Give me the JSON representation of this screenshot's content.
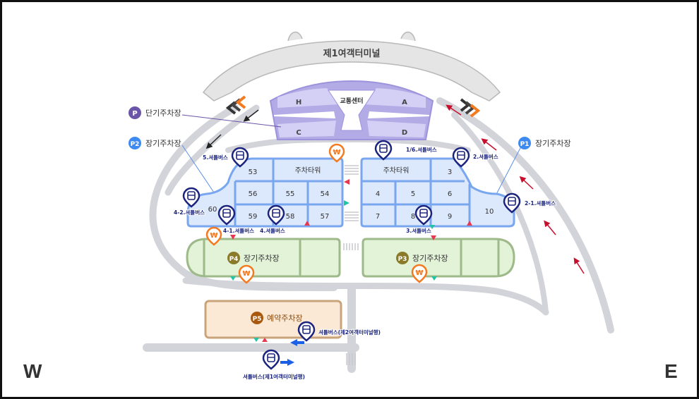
{
  "map": {
    "terminal_label": "제1여객터미널",
    "transport_center_label": "교통센터",
    "transport_wings": [
      "H",
      "A",
      "C",
      "D"
    ],
    "compass": {
      "west": "W",
      "east": "E"
    }
  },
  "legend": {
    "short_term": {
      "badge": "P",
      "label": "단기주차장",
      "color": "#6a55a8"
    },
    "p1": {
      "badge": "P1",
      "label": "장기주차장",
      "color": "#3d8bf0"
    },
    "p2": {
      "badge": "P2",
      "label": "장기주차장",
      "color": "#3d8bf0"
    },
    "p3": {
      "badge": "P3",
      "label": "장기주차장",
      "color": "#8a7a2a"
    },
    "p4": {
      "badge": "P4",
      "label": "장기주차장",
      "color": "#8a7a2a"
    },
    "p5": {
      "badge": "P5",
      "label": "예약주차장",
      "color": "#a8590e"
    }
  },
  "west_lot": {
    "tower_label": "주차타워",
    "zones": [
      "53",
      "56",
      "55",
      "54",
      "60",
      "59",
      "58",
      "57"
    ]
  },
  "east_lot": {
    "tower_label": "주차타워",
    "zones": [
      "3",
      "4",
      "5",
      "6",
      "7",
      "8",
      "9",
      "10"
    ]
  },
  "shuttle_stops": [
    {
      "id": "5",
      "label": "5.셔틀버스"
    },
    {
      "id": "4-2",
      "label": "4-2.셔틀버스"
    },
    {
      "id": "4-1",
      "label": "4-1.셔틀버스"
    },
    {
      "id": "4",
      "label": "4.셔틀버스"
    },
    {
      "id": "1/6",
      "label": "1/6.셔틀버스"
    },
    {
      "id": "2",
      "label": "2.셔틀버스"
    },
    {
      "id": "2-1",
      "label": "2-1.셔틀버스"
    },
    {
      "id": "3",
      "label": "3.셔틀버스"
    },
    {
      "id": "t2",
      "label": "셔틀버스(제2여객터미널행)"
    },
    {
      "id": "t1",
      "label": "셔틀버스(제1여객터미널행)"
    }
  ],
  "payment_marker_symbol": "₩",
  "colors": {
    "road": "#d3d4da",
    "terminal": "#e5e5e5",
    "transport_center": "#b3abe6",
    "lot_blue_fill": "#dce8fb",
    "lot_blue_stroke": "#78a6ef",
    "lot_green_fill": "#e3f3d8",
    "lot_green_stroke": "#9eb98a",
    "lot_orange_fill": "#fbe9d5",
    "lot_orange_stroke": "#c9a47a",
    "shuttle": "#1a237e",
    "payment": "#f47a20",
    "entry": "#e8384f",
    "exit": "#21c4a4",
    "flow_arrow": "#c8102e"
  }
}
